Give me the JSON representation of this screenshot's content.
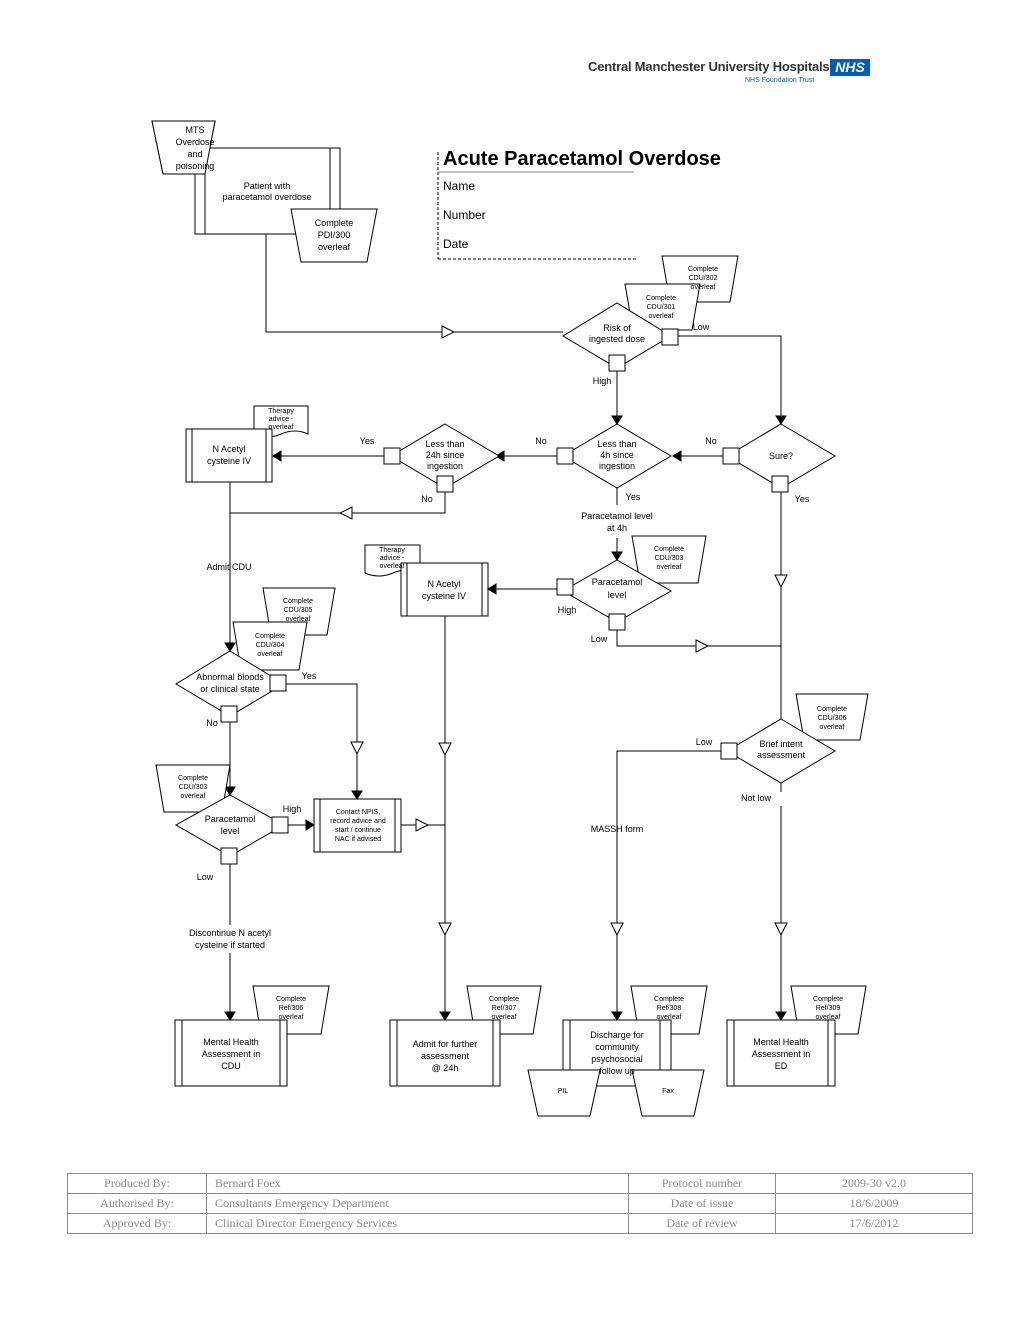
{
  "header": {
    "org": "Central Manchester University Hospitals",
    "nhs": "NHS",
    "trust": "NHS Foundation Trust"
  },
  "form": {
    "title": "Acute Paracetamol Overdose",
    "name_label": "Name",
    "number_label": "Number",
    "date_label": "Date"
  },
  "flow": {
    "mts": [
      "MTS",
      "Overdose",
      "and",
      "poisoning"
    ],
    "patient": [
      "Patient with",
      "paracetamol overdose"
    ],
    "pdi300": [
      "Complete",
      "PDI/300",
      "overleaf"
    ],
    "cdu302": [
      "Complete",
      "CDU/302",
      "overleaf"
    ],
    "cdu301": [
      "Complete",
      "CDU/301",
      "overleaf"
    ],
    "risk": [
      "Risk of",
      "ingested dose"
    ],
    "low": "Low",
    "high": "High",
    "sure": "Sure?",
    "no": "No",
    "yes": "Yes",
    "less4": [
      "Less than",
      "4h since",
      "ingestion"
    ],
    "less24": [
      "Less than",
      "24h since",
      "ingestion"
    ],
    "therapy": [
      "Therapy",
      "advice -",
      "overleaf"
    ],
    "nac": [
      "N Acetyl",
      "cysteine IV"
    ],
    "admit_cdu": "Admit CDU",
    "para_level_4h": [
      "Paracetamol level",
      "at 4h"
    ],
    "cdu303": [
      "Complete",
      "CDU/303",
      "overleaf"
    ],
    "para_level": [
      "Paracetamol",
      "level"
    ],
    "cdu305": [
      "Complete",
      "CDU/305",
      "overleaf"
    ],
    "cdu304": [
      "Complete",
      "CDU/304",
      "overleaf"
    ],
    "abnormal": [
      "Abnormal bloods",
      "or clinical state"
    ],
    "cdu306": [
      "Complete",
      "CDU/306",
      "overleaf"
    ],
    "brief": [
      "Brief intent",
      "assessment"
    ],
    "not_low": "Not low",
    "massh": "MASSH form",
    "contact": [
      "Contact NPIS,",
      "record advice and",
      "start / continue",
      "NAC if advised"
    ],
    "discontinue": [
      "Discontinue N acetyl",
      "cysteine if started"
    ],
    "ref306": [
      "Complete",
      "Ref/306",
      "overleaf"
    ],
    "ref307": [
      "Complete",
      "Ref/307",
      "overleaf"
    ],
    "ref308": [
      "Complete",
      "Ref/308",
      "overleaf"
    ],
    "ref309": [
      "Complete",
      "Ref/309",
      "overleaf"
    ],
    "mh_cdu": [
      "Mental Health",
      "Assessment in",
      "CDU"
    ],
    "admit_further": [
      "Admit for further",
      "assessment",
      "@ 24h"
    ],
    "discharge": [
      "Discharge for",
      "community",
      "psychosocial",
      "follow up"
    ],
    "pil": "PIL",
    "fax": "Fax",
    "mh_ed": [
      "Mental Health",
      "Assessment in",
      "ED"
    ]
  },
  "footer": {
    "rows": [
      {
        "label": "Produced By:",
        "value": "Bernard Foex",
        "label2": "Protocol number",
        "value2": "2009-30 v2.0"
      },
      {
        "label": "Authorised By:",
        "value": "Consultants Emergency Department",
        "label2": "Date of issue",
        "value2": "18/6/2009"
      },
      {
        "label": "Approved By:",
        "value": "Clinical Director Emergency Services",
        "label2": "Date of review",
        "value2": "17/6/2012"
      }
    ]
  }
}
